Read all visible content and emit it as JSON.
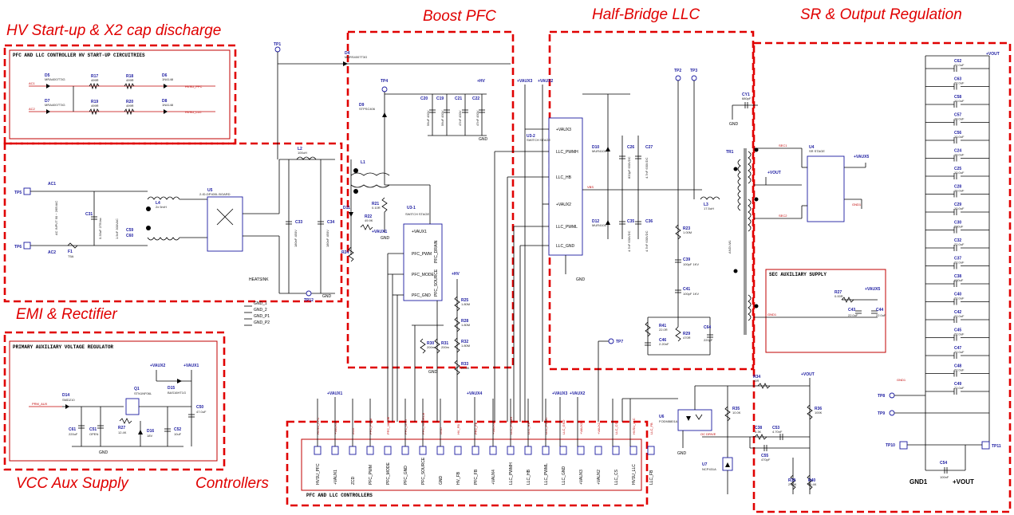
{
  "blocks": {
    "hv": "HV Start-up & X2 cap discharge",
    "boost": "Boost PFC",
    "llc": "Half-Bridge LLC",
    "sr": "SR & Output Regulation",
    "emi": "EMI & Rectifier",
    "vcc": "VCC Aux Supply",
    "ctrl": "Controllers"
  },
  "headers": {
    "hv": "PFC AND LLC CONTROLLER HV START-UP CIRCUITRIES",
    "aux": "PRIMARY AUXILIARY VOLTAGE REGULATOR",
    "ctrl": "PFC AND LLC CONTROLLERS",
    "sec": "SEC AUXILIARY SUPPLY"
  },
  "hv_parts": {
    "d5": "D5",
    "d5v": "MRA4007T3G",
    "d7": "D7",
    "d7v": "MRA4007T3G",
    "r17": "R17",
    "r17v": "499R",
    "r18": "R18",
    "r18v": "499R",
    "r19": "R19",
    "r19v": "499R",
    "r20": "R20",
    "r20v": "499R",
    "d6": "D6",
    "d6v": "1N4148",
    "d8": "D8",
    "d8v": "1N4148",
    "ac1": "AC1",
    "ac2": "AC2",
    "hvpfc": "HVSU_PFC",
    "hvllc": "HVSU_LLC"
  },
  "emi_parts": {
    "tp5": "TP5",
    "tp6": "TP6",
    "ac1": "AC1",
    "ac2": "AC2",
    "acinput": "AC INPUT 90 ~ 265VAC",
    "c31": "C31",
    "c31v": "0.33uF 275Vac",
    "c59": "C59",
    "c60": "C60",
    "cyv": "1.5nF 300VAC",
    "l4": "L4",
    "l4v": "2x 5mH",
    "f1": "F1",
    "f1v": "T5A",
    "u5": "U5",
    "u5v": "2-ID-DP400L BOARD",
    "l2": "L2",
    "l2v": "100uH",
    "c33": "C33",
    "c33v": "180nF 450V",
    "c34": "C34",
    "c34v": "180nF 450V",
    "tp12": "TP12",
    "gnd": "GND",
    "heatsink": "HEATSINK",
    "gnd1": "GND_1",
    "gnd2": "GND_2",
    "gndp1": "GND_P1",
    "gndp2": "GND_P2"
  },
  "pfc_parts": {
    "tp1": "TP1",
    "d4": "D4",
    "d4v": "MBRS4007T3G",
    "tp4": "TP4",
    "hv": "+HV",
    "d9": "D9",
    "d9v": "STPSC406",
    "c20": "C20",
    "c20v": "56uF 450V",
    "c19": "C19",
    "c19v": "56uF 450V",
    "c21": "C21",
    "c21v": "47nF 450V",
    "c22": "C22",
    "c22v": "47nF 450V",
    "l1": "L1",
    "r21": "R21",
    "r21v": "0.10R",
    "r22": "R22",
    "r22v": "49.9K",
    "d11": "D11",
    "r24": "R24",
    "u31": "U3-1",
    "u31v": "SWITCH STAGE",
    "pins": [
      "+VAUX1",
      "PFC_PWM",
      "PFC_MODE",
      "PFC_GND",
      "PFC_DRAIN",
      "PFC_SOURCE"
    ],
    "vaux1": "+VAUX1",
    "r25": "R25",
    "r25v": "1.80M",
    "r28": "R28",
    "r28v": "1.80M",
    "r32": "R32",
    "r32v": "1.80M",
    "r33": "R33",
    "r33v": "24.0K",
    "r30": "R30",
    "r30v": "200m",
    "r31": "R31",
    "r31v": "200m",
    "hv2": "+HV",
    "gnd": "GND"
  },
  "llc_parts": {
    "vaux3": "+VAUX3",
    "vaux2": "+VAUX2",
    "u32": "U3-2",
    "u32v": "SWITCH STAGE",
    "pins": [
      "+VAUX3",
      "LLC_PWMH",
      "LLC_HB",
      "+VAUX2",
      "LLC_PWML",
      "LLC_GND"
    ],
    "d10": "D10",
    "d10v": "MUR4100",
    "d12": "D12",
    "d12v": "MUR4100",
    "c26": "C26",
    "c26v": "820pF 630VDC",
    "c27": "C27",
    "c27v": "4.7nF 630VDC",
    "c35": "C35",
    "c35v": "4.7nF 630VDC",
    "c36": "C36",
    "c36v": "4.7nF 630VDC",
    "tp2": "TP2",
    "tp3": "TP3",
    "vbs": "VBS",
    "l3": "L3",
    "l3v": "17.5uH",
    "r23": "R23",
    "r23v": "1.00M",
    "c39": "C39",
    "c39v": "100pF 1KV",
    "c41": "C41",
    "c41v": "100pF 1KV",
    "r41": "R41",
    "r41v": "22.0R",
    "c46": "C46",
    "c46v": "2.20nF",
    "r29": "R29",
    "r29v": "470R",
    "c64": "C64",
    "c64v": "220pF",
    "tp7": "TP7",
    "gnd": "GND"
  },
  "sr_parts": {
    "cy1": "CY1",
    "cy1v": "680pF",
    "tr1": "TR1",
    "tr1v": "ANDI-M1",
    "vout": "+VOUT",
    "u4": "U4",
    "u4v": "SR STAGE",
    "vaux5": "+VAUX5",
    "sec1": "SEC1",
    "sec2": "SEC2",
    "gnd1": "GND1",
    "r27": "R27",
    "r27v": "0.00R",
    "c43": "C43",
    "c43v": "22.0uF",
    "c44": "C44",
    "c44v": "22.0uF",
    "caps": [
      {
        "n": "C62",
        "v": "22.0uF"
      },
      {
        "n": "C63",
        "v": "22.0uF"
      },
      {
        "n": "C58",
        "v": "10.0uF"
      },
      {
        "n": "C57",
        "v": "10.0uF"
      },
      {
        "n": "C56",
        "v": "10.0uF"
      },
      {
        "n": "C24",
        "v": "10.0uF"
      },
      {
        "n": "C25",
        "v": "10.0uF"
      },
      {
        "n": "C28",
        "v": "10.0uF"
      },
      {
        "n": "C29",
        "v": "10.0uF"
      },
      {
        "n": "C30",
        "v": "680uF"
      },
      {
        "n": "C32",
        "v": "22.0uF"
      },
      {
        "n": "C37",
        "v": "22.0uF"
      },
      {
        "n": "C38",
        "v": "680uF"
      },
      {
        "n": "C40",
        "v": "22.0uF"
      },
      {
        "n": "C42",
        "v": "22.0uF"
      },
      {
        "n": "C45",
        "v": "22.0uF"
      },
      {
        "n": "C47",
        "v": "22.0uF"
      },
      {
        "n": "C48",
        "v": "22.0uF"
      },
      {
        "n": "C49",
        "v": "22.0uF"
      }
    ],
    "r34": "R34",
    "r34v": "10R",
    "r35": "R35",
    "r35v": "10.0K",
    "r36": "R36",
    "r36v": "100K",
    "u6": "U6",
    "u6v": "FODM8801A",
    "c38": "C38",
    "c38v": "3.3K",
    "c53": "C53",
    "c53v": "4.70nF",
    "c55": "C55",
    "c55v": "470pF",
    "u7": "U7",
    "u7v": "NCP431A",
    "r39": "R39",
    "r39v": "2.00K",
    "r40": "R40",
    "r40v": "15.4K",
    "occ": "OC DRIVE",
    "tp8": "TP8",
    "tp9": "TP9",
    "tp10": "TP10",
    "tp11": "TP11",
    "c54": "C54",
    "c54v": "100nF",
    "gnd1_label": "GND1",
    "vout_label": "+VOUT"
  },
  "aux_parts": {
    "vaux2": "+VAUX2",
    "vaux1": "+VAUX1",
    "prmaux": "PRM_AUX",
    "d14": "D14",
    "d14v": "SMD210",
    "q1": "Q1",
    "q1v": "STN1NF06L",
    "d15": "D15",
    "d15v": "BAS16HT1G",
    "c50": "C50",
    "c50v": "47.0uF",
    "c61": "C61",
    "c61v": "220uF",
    "c51": "C51",
    "c51v": "OPEN",
    "r27": "R27",
    "r27v": "12.4K",
    "d16": "D16",
    "d16v": "18V",
    "c52": "C52",
    "c52v": "10uF",
    "gnd": "GND"
  },
  "ctrl_parts": {
    "pins": [
      "HVSU_PFC",
      "+VAUX1",
      "ZCD",
      "PFC_PWM",
      "PFC_MODE",
      "PFC_GND",
      "PFC_SOURCE",
      "GND",
      "HV_FB",
      "PFC_FB",
      "+VAUX4",
      "LLC_PWMH",
      "LLC_HB",
      "LLC_PWML",
      "LLC_GND",
      "+VAUX3",
      "+VAUX2",
      "LLC_CS",
      "HVSU_LLC",
      "LLC_FB"
    ],
    "top": [
      "+VAUX1",
      "+VAUX4",
      "+VAUX3",
      "+VAUX2"
    ]
  },
  "colors": {
    "block_border": "#e00000",
    "ref_text": "#1a1aa0",
    "net_text": "#c00000"
  }
}
